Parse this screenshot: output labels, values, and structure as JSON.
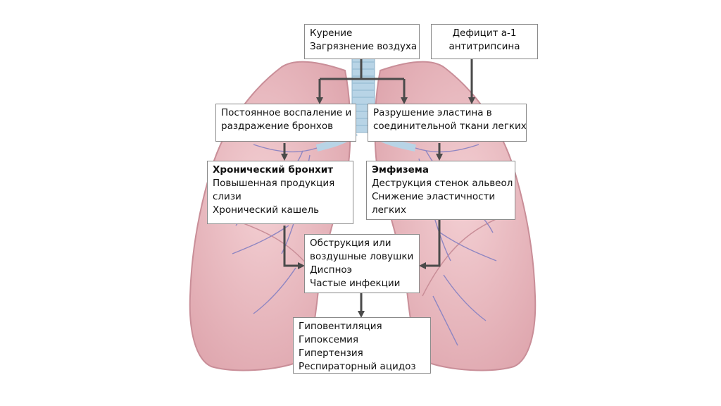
{
  "boxes": {
    "causes": {
      "lines": [
        "Курение",
        "Загрязнение воздуха"
      ]
    },
    "deficit": {
      "lines": [
        "Дефицит а-1",
        "антитрипсина"
      ]
    },
    "inflammation": {
      "lines": [
        "Постоянное воспаление и",
        "раздражение бронхов"
      ]
    },
    "elastin": {
      "lines": [
        "Разрушение эластина в",
        "соединительной ткани легких"
      ]
    },
    "bronchitis": {
      "title": "Хронический бронхит",
      "lines": [
        "Повышенная продукция",
        "слизи",
        "Хронический кашель"
      ]
    },
    "emphysema": {
      "title": "Эмфизема",
      "lines": [
        "Деструкция стенок альвеол",
        "Снижение эластичности",
        "легких"
      ]
    },
    "obstruction": {
      "lines": [
        "Обструкция или",
        "воздушные ловушки",
        "Диспноэ",
        "Частые инфекции"
      ]
    },
    "outcome": {
      "lines": [
        "Гиповентиляция",
        "Гипоксемия",
        "Гипертензия",
        "Респираторный ацидоз"
      ]
    }
  },
  "colors": {
    "lung_fill": "#eab9bf",
    "lung_edge": "#c98e98",
    "trachea": "#b8d4e6",
    "vessel": "#8f86c2",
    "arrow": "#4a4a4a",
    "box_border": "#8a8a8a"
  }
}
